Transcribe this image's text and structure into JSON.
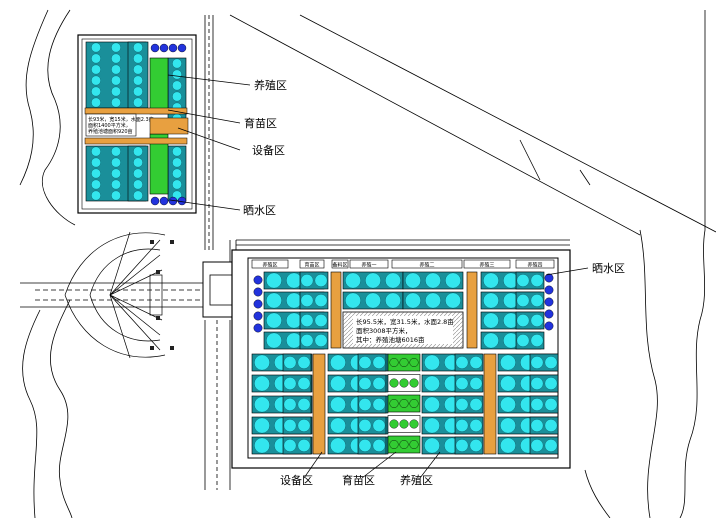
{
  "labels": {
    "culture": "养殖区",
    "nursery": "育苗区",
    "equipment": "设备区",
    "sunning": "晒水区"
  },
  "site_b_headers": [
    "养殖区",
    "育苗区",
    "备料区",
    "养殖一",
    "养殖二",
    "养殖三",
    "养殖四"
  ],
  "site_b_note": [
    "长95.5米，宽31.5米，水面2.8亩",
    "面积3008平方米，",
    "其中：养殖池塘6016亩"
  ],
  "site_a_note": [
    "长93米，宽15米，水面2.3亩，",
    "面积1400平方米，",
    "养殖池塘面积920亩"
  ],
  "colors": {
    "pond_fill": "#33e6ee",
    "cell_bg": "#1a8f9a",
    "nursery": "#33cc33",
    "sunning": "#2233dd",
    "equipment": "#e8a040",
    "road": "#333333"
  }
}
